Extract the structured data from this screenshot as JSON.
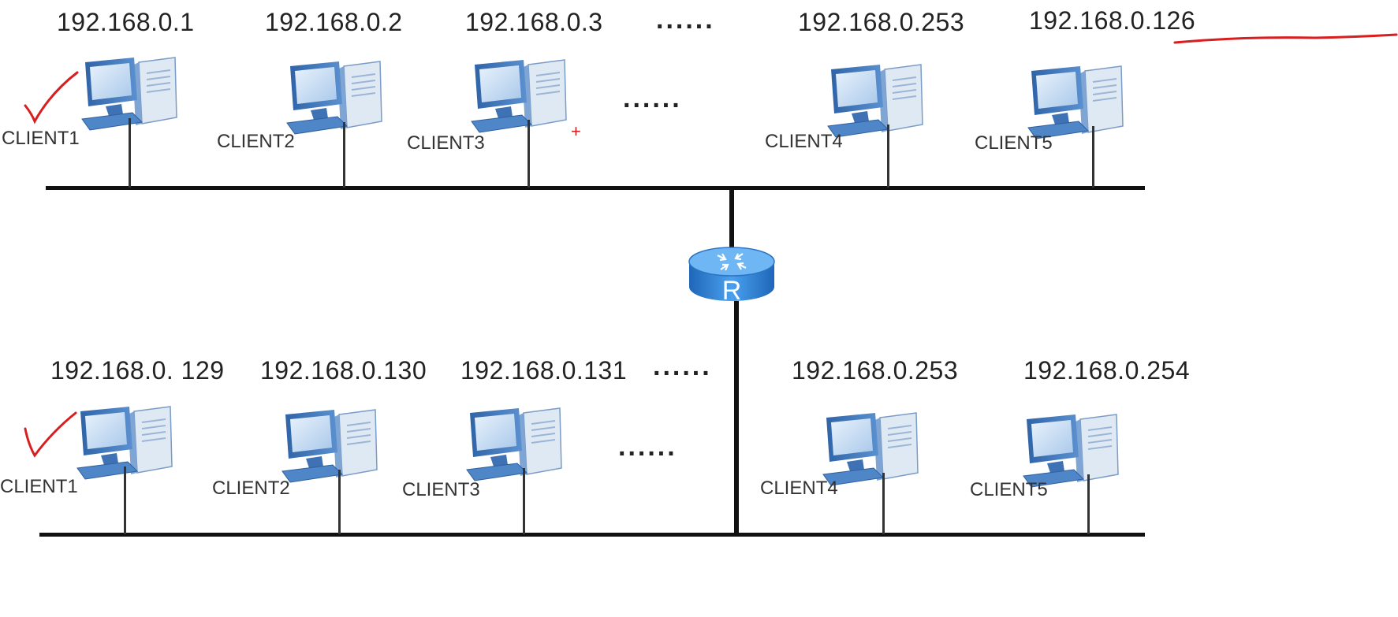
{
  "top_segment": {
    "ips": [
      "192.168.0.1",
      "192.168.0.2",
      "192.168.0.3",
      "192.168.0.253",
      "192.168.0.126"
    ],
    "clients": [
      "CLIENT1",
      "CLIENT2",
      "CLIENT3",
      "CLIENT4",
      "CLIENT5"
    ],
    "ellipsis_ip": "......",
    "ellipsis_pc": "......"
  },
  "bottom_segment": {
    "ips": [
      "192.168.0. 129",
      "192.168.0.130",
      "192.168.0.131",
      "192.168.0.253",
      "192.168.0.254"
    ],
    "clients": [
      "CLIENT1",
      "CLIENT2",
      "CLIENT3",
      "CLIENT4",
      "CLIENT5"
    ],
    "ellipsis_ip": "......",
    "ellipsis_pc": "......"
  },
  "router": {
    "letter": "R",
    "icon": "router-icon"
  },
  "annotations": {
    "marks": [
      "checkmark-icon",
      "checkmark-icon",
      "underline-mark"
    ],
    "plus": "+"
  },
  "colors": {
    "pc_blue": "#4a7fc1",
    "pc_light": "#d8e6f6",
    "router_blue": "#3d8ee0",
    "annotation_red": "#d81e1e",
    "line": "#111111"
  }
}
